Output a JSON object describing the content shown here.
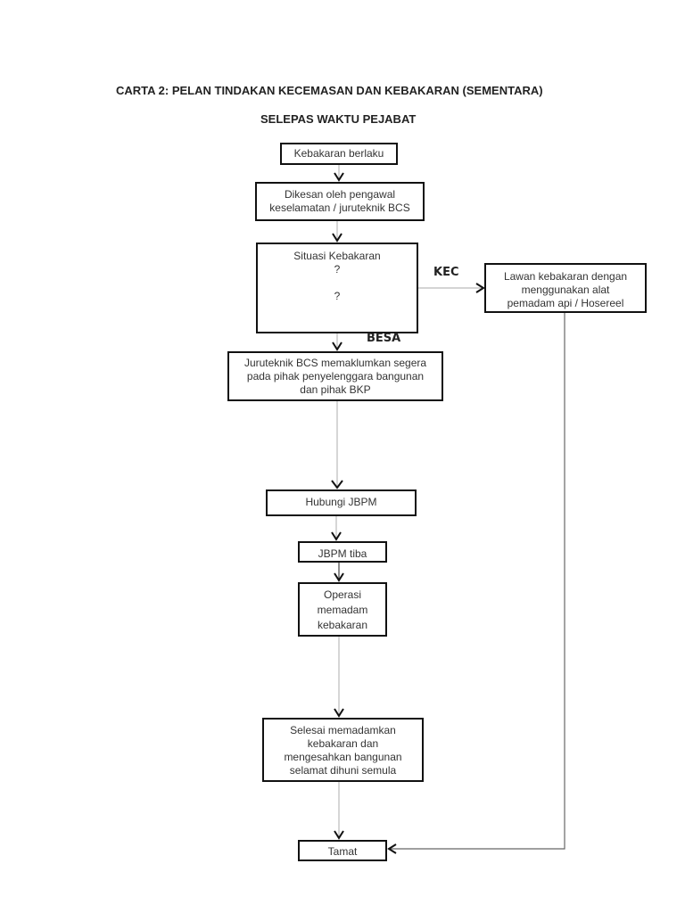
{
  "title": "CARTA 2: PELAN TINDAKAN KECEMASAN DAN KEBAKARAN (SEMENTARA)",
  "subtitle": "SELEPAS WAKTU PEJABAT",
  "nodes": {
    "start": "Kebakaran berlaku",
    "detect": [
      "Dikesan oleh pengawal",
      "keselamatan / juruteknik BCS"
    ],
    "situation": [
      "Situasi Kebakaran",
      "?",
      "?"
    ],
    "fight": [
      "Lawan kebakaran dengan",
      "menggunakan alat",
      "pemadam api / Hosereel"
    ],
    "notify": [
      "Juruteknik BCS memaklumkan segera",
      "pada pihak penyelenggara bangunan",
      "dan pihak BKP"
    ],
    "call": "Hubungi JBPM",
    "arrive": "JBPM tiba",
    "operation": [
      "Operasi",
      "memadam",
      "kebakaran"
    ],
    "finish": [
      "Selesai memadamkan",
      "kebakaran dan",
      "mengesahkan bangunan",
      "selamat dihuni semula"
    ],
    "end": "Tamat"
  },
  "edge_labels": {
    "small": "KEC",
    "large": "BESA"
  }
}
